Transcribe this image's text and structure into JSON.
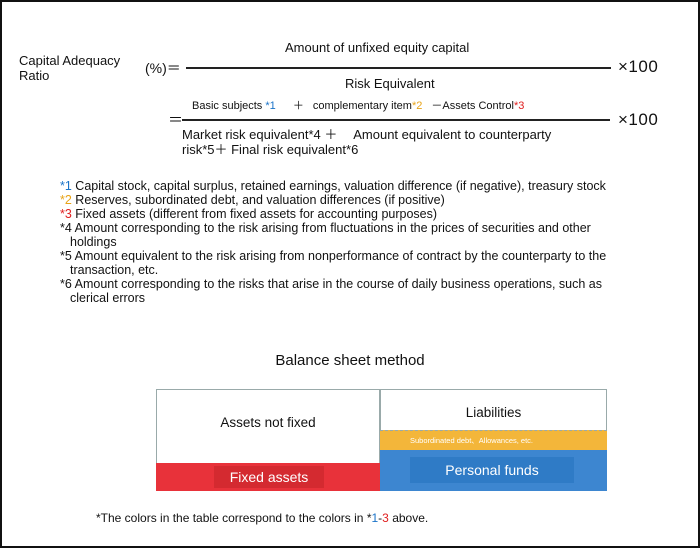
{
  "formula": {
    "ratio_label_line1": "Capital Adequacy",
    "ratio_label_line2": "Ratio",
    "percent_eq": "(%)＝",
    "numerator1": "Amount of unfixed equity capital",
    "denominator1": "Risk Equivalent",
    "times100": "×100",
    "eq2": "＝",
    "num2_part1": "Basic subjects ",
    "num2_mark1": "*1",
    "num2_plus": "＋",
    "num2_part2": "complementary item",
    "num2_mark2": "*2",
    "num2_part3": "－Assets Control",
    "num2_mark3": "*3",
    "den2_line1": "Market risk equivalent*4 ＋　 Amount equivalent to counterparty",
    "den2_line2": "risk*5＋ Final risk equivalent*6"
  },
  "notes": [
    {
      "mark": "*1",
      "color": "blue",
      "text": " Capital stock, capital surplus, retained earnings, valuation difference (if negative), treasury stock",
      "cont": ""
    },
    {
      "mark": "*2",
      "color": "orange",
      "text": " Reserves, subordinated debt, and valuation differences (if positive)",
      "cont": ""
    },
    {
      "mark": "*3",
      "color": "red",
      "text": " Fixed assets (different from fixed assets for accounting purposes)",
      "cont": ""
    },
    {
      "mark": "*4",
      "color": "black",
      "text": " Amount corresponding to the risk arising from fluctuations in the prices of securities and other",
      "cont": "holdings"
    },
    {
      "mark": "*5",
      "color": "black",
      "text": " Amount equivalent to the risk arising from nonperformance of contract by the counterparty to the",
      "cont": "transaction, etc."
    },
    {
      "mark": "*6",
      "color": "black",
      "text": " Amount corresponding to the risks that arise in the course of daily business operations, such as",
      "cont": "clerical errors"
    }
  ],
  "balance_sheet": {
    "title": "Balance sheet method",
    "assets_not_fixed": "Assets not fixed",
    "fixed_assets": "Fixed assets",
    "liabilities": "Liabilities",
    "subordinated": "Subordinated debt、Allowances, etc.",
    "personal_funds": "Personal funds",
    "colors": {
      "fixed": "#e8323a",
      "subordinated": "#f3b63a",
      "personal_funds": "#3d86d0"
    }
  },
  "footnote": {
    "prefix": "*The colors in the table correspond to the colors in *",
    "one": "1",
    "dash": "-",
    "three": "3",
    "suffix": " above."
  }
}
